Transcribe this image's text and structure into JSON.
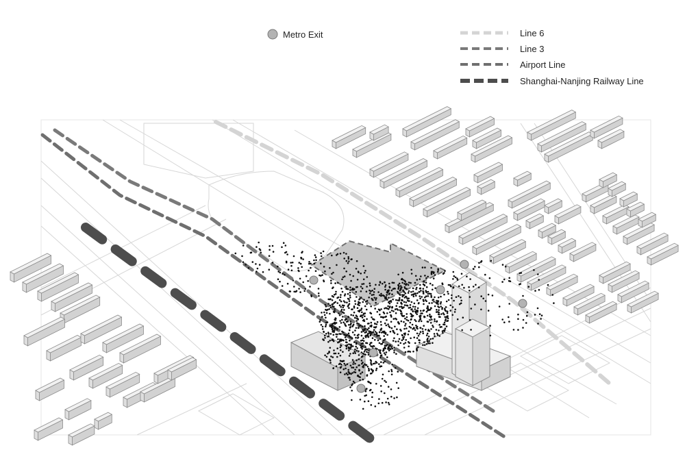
{
  "legend": {
    "metro_exit_label": "Metro Exit",
    "lines": [
      {
        "label": "Line 6",
        "color": "#d4d4d4"
      },
      {
        "label": "Line 3",
        "color": "#7a7a7a"
      },
      {
        "label": "Airport Line",
        "color": "#6f6f6f"
      },
      {
        "label": "Shanghai-Nanjing Railway Line",
        "color": "#4d4d4d"
      }
    ]
  },
  "colors": {
    "building_top": "#f1f1f1",
    "building_side": "#d2d2d2",
    "building_stroke": "#8c8c8c",
    "plaza_fill": "#c6c6c6",
    "metro_exit_fill": "#b3b3b3",
    "crowd_dot": "#111111",
    "street_lines": "#d6d6d6"
  },
  "icons": {
    "metro_exit": "grey-circle",
    "railway": "thick-dash-line"
  }
}
